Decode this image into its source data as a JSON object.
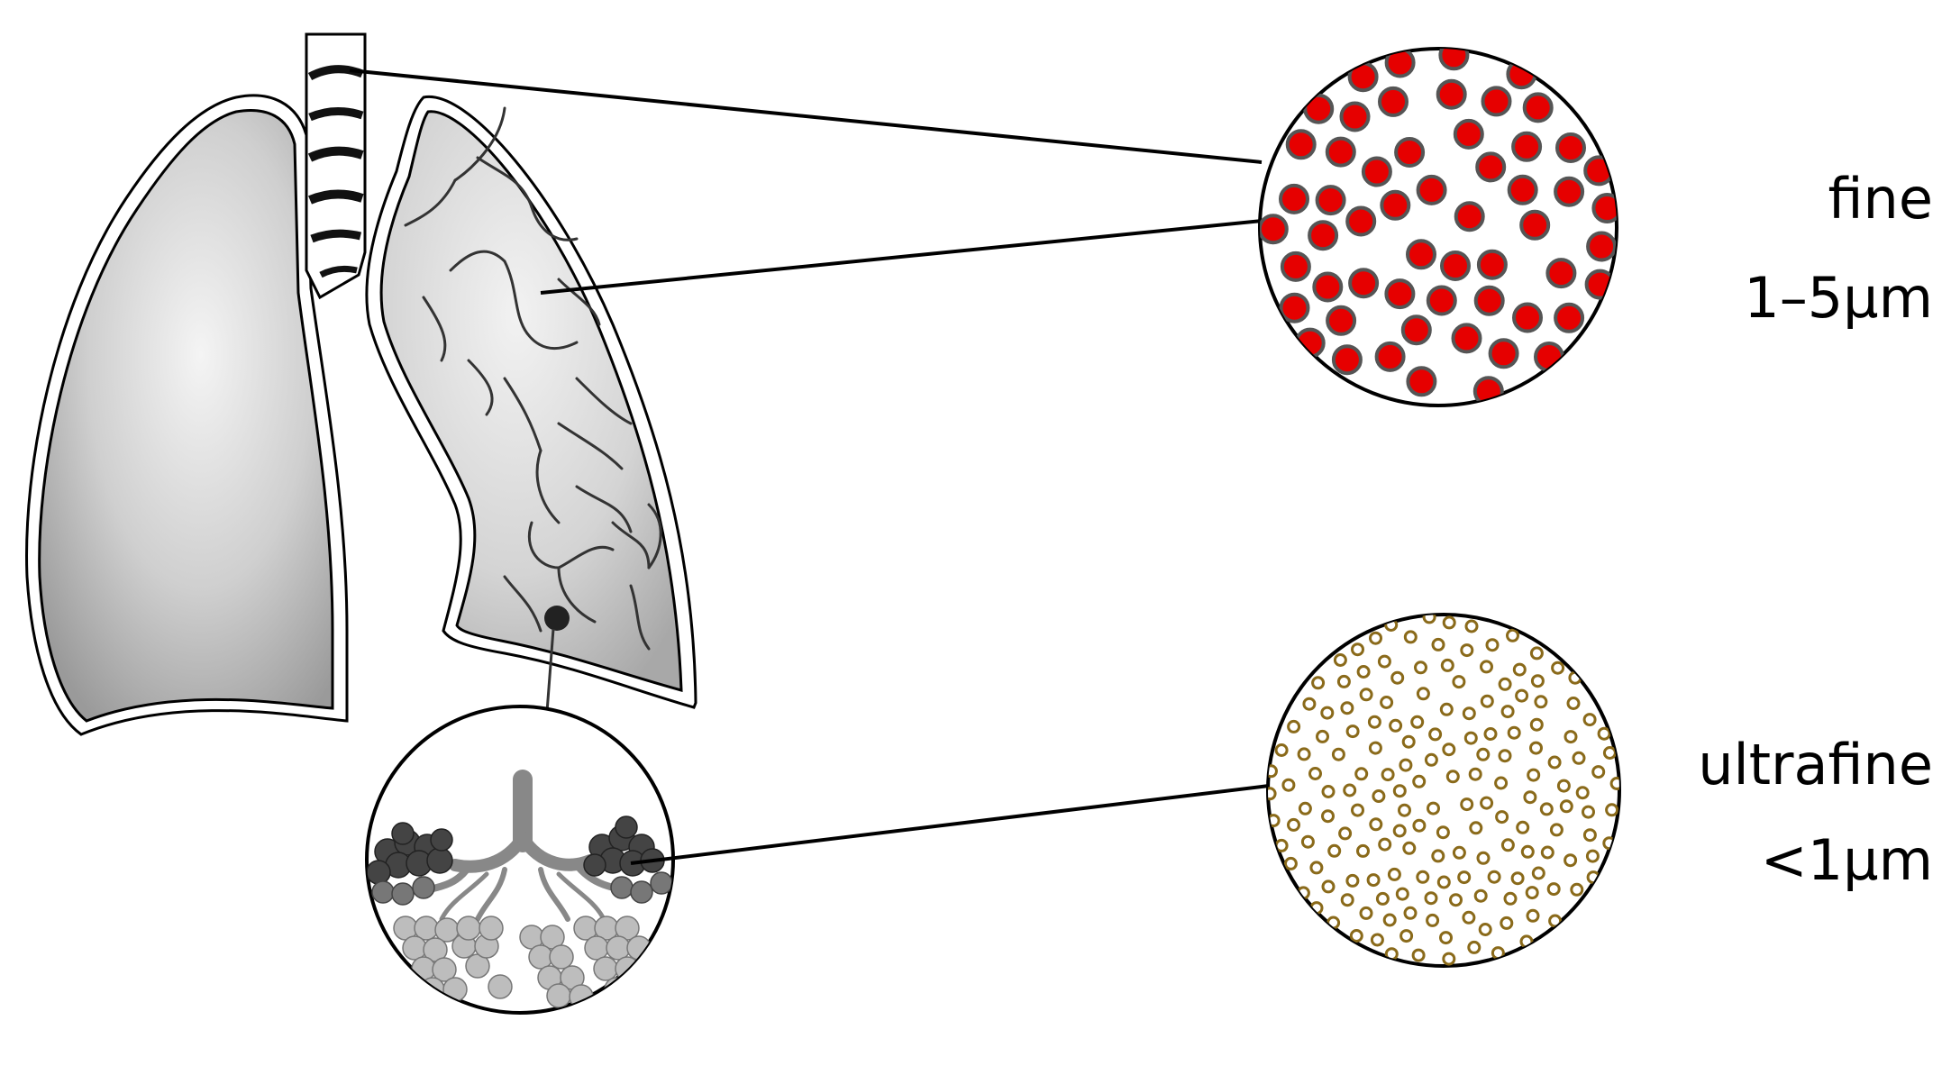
{
  "fine": {
    "label": "fine",
    "size": "1–5µm",
    "particle_color": "#e60000",
    "particle_rim": "#555555"
  },
  "ultrafine": {
    "label": "ultrafine",
    "size": "<1µm",
    "particle_color": "#ffffff",
    "particle_rim": "#8a6a1a"
  },
  "colors": {
    "lung_fill": "#cfcfcf",
    "outline": "#000000"
  }
}
